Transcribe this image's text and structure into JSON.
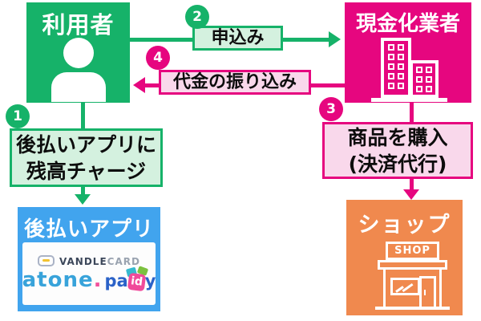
{
  "palette": {
    "green": "#16b269",
    "green_light": "#d4f1df",
    "pink": "#e6067f",
    "pink_light": "#f9d8eb",
    "blue": "#41a4ee",
    "orange": "#f0894e"
  },
  "nodes": {
    "user": {
      "title": "利用者"
    },
    "cash_service": {
      "title": "現金化業者"
    },
    "postpay_app": {
      "title": "後払いアプリ",
      "vandle_bold": "VANDLE",
      "vandle_light": "CARD",
      "atone": "atone",
      "atone_dot": ".",
      "paidy_pa": "pa",
      "paidy_id": "id",
      "paidy_y": "y"
    },
    "shop": {
      "title": "ショップ",
      "sign": "SHOP"
    }
  },
  "steps": [
    {
      "num": "1",
      "line1": "後払いアプリに",
      "line2": "残高チャージ"
    },
    {
      "num": "2",
      "line1": "申込み"
    },
    {
      "num": "3",
      "line1": "商品を購入",
      "line2": "(決済代行)"
    },
    {
      "num": "4",
      "line1": "代金の振り込み"
    }
  ]
}
